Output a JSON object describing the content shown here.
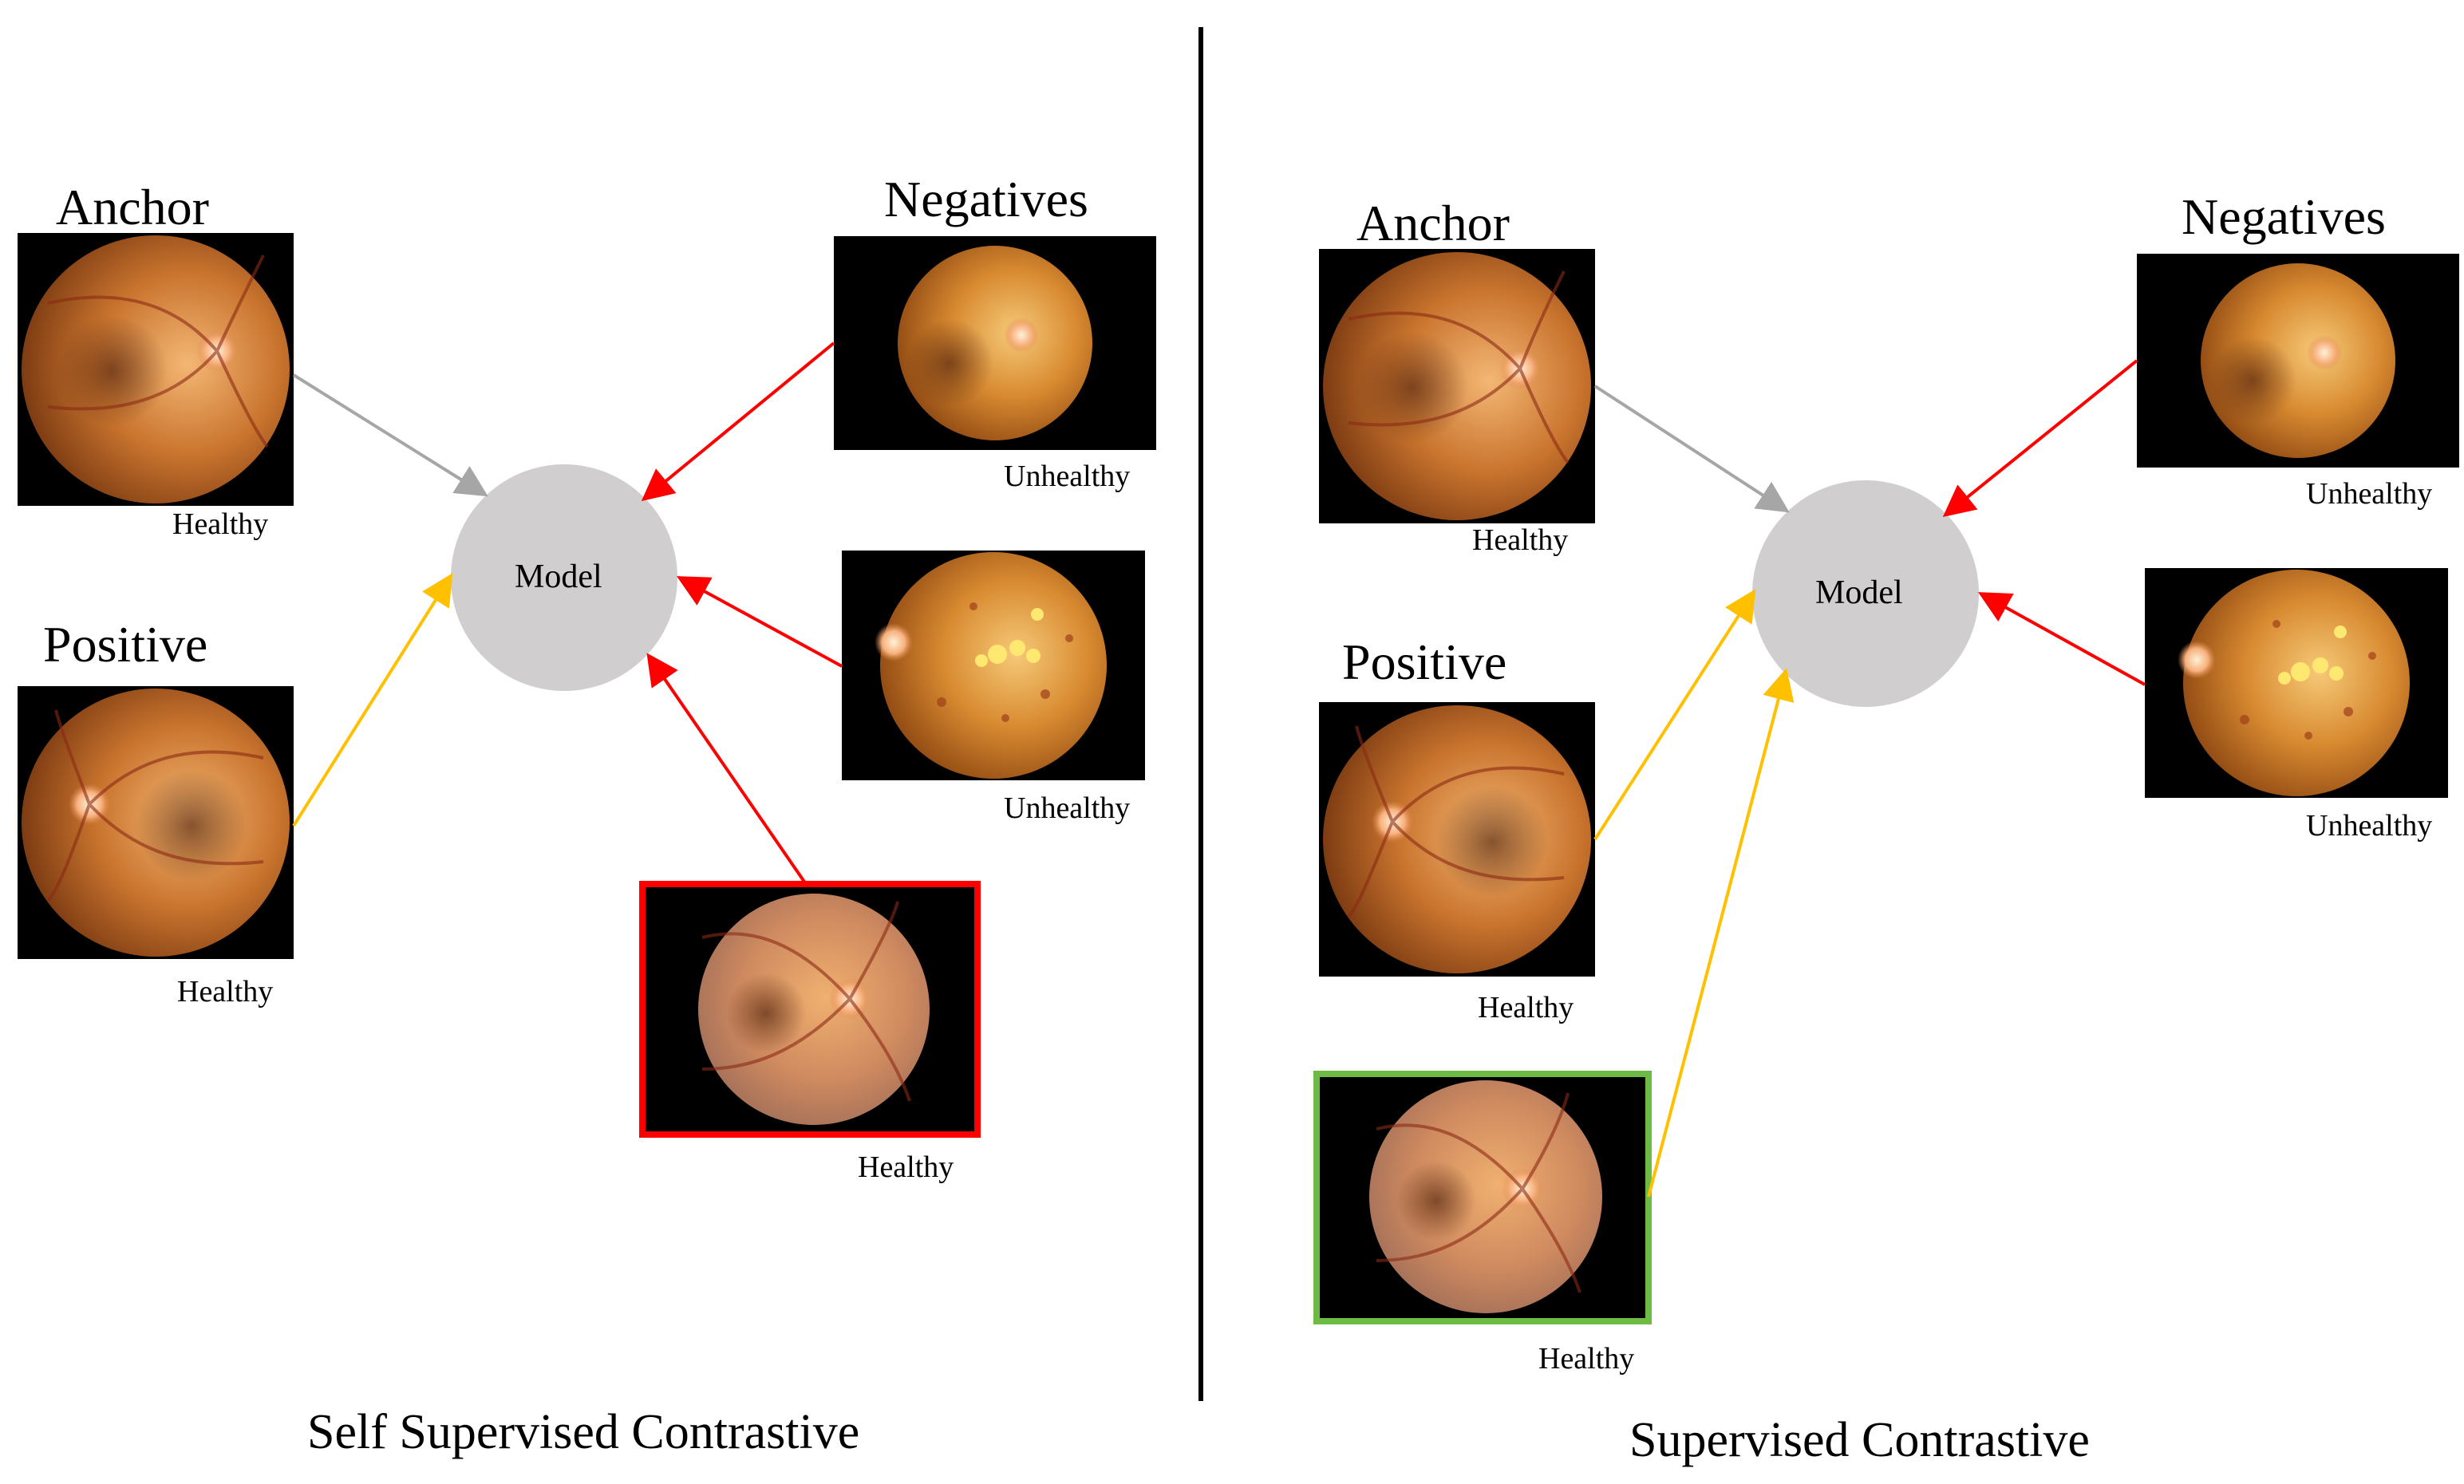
{
  "left_panel": {
    "title": "Self Supervised Contrastive",
    "anchor_heading": "Anchor",
    "positive_heading": "Positive",
    "negatives_heading": "Negatives",
    "model_label": "Model",
    "anchor_caption": "Healthy",
    "positive_caption": "Healthy",
    "negative1_caption": "Unhealthy",
    "negative2_caption": "Unhealthy",
    "negative3_caption": "Healthy",
    "negative3_border": "#ff0000"
  },
  "right_panel": {
    "title": "Supervised Contrastive",
    "anchor_heading": "Anchor",
    "positive_heading": "Positive",
    "negatives_heading": "Negatives",
    "model_label": "Model",
    "anchor_caption": "Healthy",
    "positive1_caption": "Healthy",
    "positive2_caption": "Healthy",
    "negative1_caption": "Unhealthy",
    "negative2_caption": "Unhealthy",
    "positive2_border": "#6dbb45"
  },
  "colors": {
    "anchor_arrow": "#a6a6a6",
    "positive_arrow": "#ffc000",
    "negative_arrow": "#ff0000",
    "model_fill": "#d0cece",
    "divider": "#000000"
  },
  "icons": {
    "retina_image": "fundus-photo",
    "model_node": "circle"
  }
}
